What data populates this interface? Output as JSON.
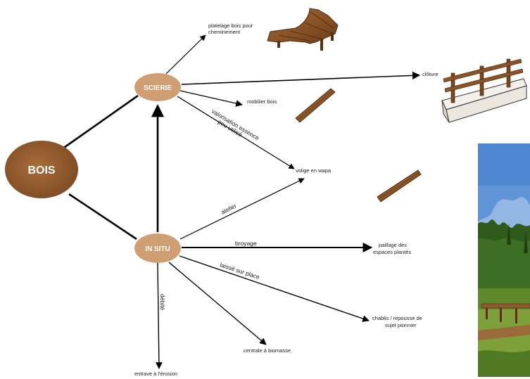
{
  "nodes": {
    "bois": "BOIS",
    "scierie": "SCIERIE",
    "in_situ": "IN SITU"
  },
  "destinations": {
    "platelage_line1": "platelage bois pour",
    "platelage_line2": "cheminement",
    "cloture": "clôture",
    "mobilier": "mobilier bois",
    "volige": "volige en wapa",
    "paillage_line1": "paillage des",
    "paillage_line2": "espaces plantés",
    "chablis_line1": "chablis / repousse de",
    "chablis_line2": "sujet pionnier",
    "centrale": "centrale à biomasse",
    "entrave": "entrave à l'érosion"
  },
  "edge_labels": {
    "valorisation_line1": "valorisation  essence",
    "valorisation_line2": "peu  utilisé",
    "atelier": "atelier",
    "broyage": "broyage",
    "laisse_sur_place": "laissé sur place",
    "debite": "débité"
  },
  "colors": {
    "bois_fill": "#9a6332",
    "node_fill": "#cf9e72",
    "wood_dark": "#6b3d18",
    "wood_mid": "#8a5427",
    "line": "#000000",
    "sky": "#5f95d6",
    "forest": "#2e5b1c"
  }
}
